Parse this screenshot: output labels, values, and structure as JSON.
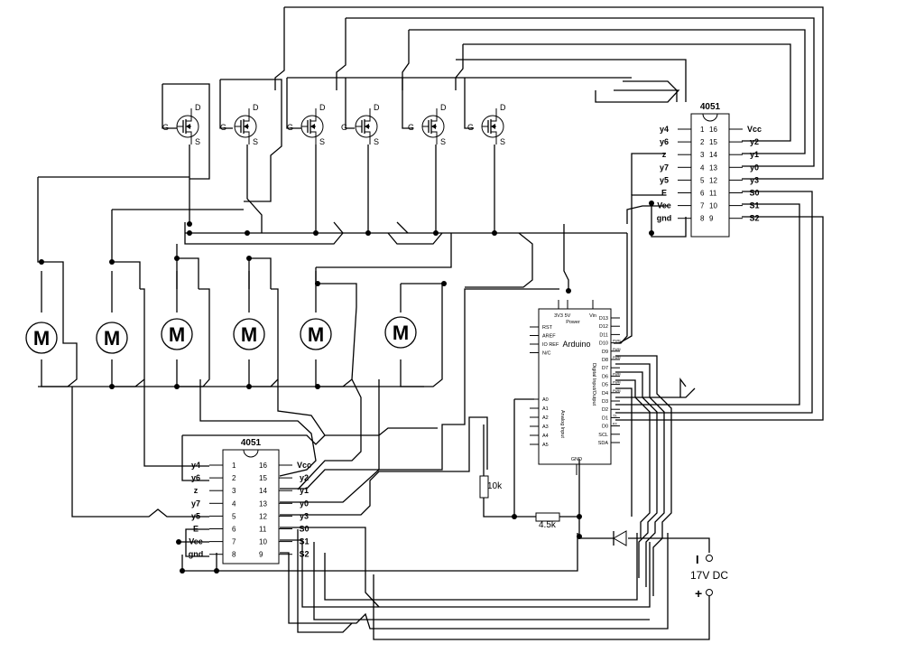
{
  "motor_label": "M",
  "mosfet": {
    "gate": "G",
    "drain": "D",
    "source": "S"
  },
  "mux_top": {
    "title": "4051",
    "left": [
      {
        "name": "y4",
        "num": "1"
      },
      {
        "name": "y6",
        "num": "2"
      },
      {
        "name": "z",
        "num": "3"
      },
      {
        "name": "y7",
        "num": "4"
      },
      {
        "name": "y5",
        "num": "5"
      },
      {
        "name": "E",
        "num": "6"
      },
      {
        "name": "Vee",
        "num": "7"
      },
      {
        "name": "gnd",
        "num": "8"
      }
    ],
    "right": [
      {
        "name": "Vcc",
        "num": "16"
      },
      {
        "name": "y2",
        "num": "15"
      },
      {
        "name": "y1",
        "num": "14"
      },
      {
        "name": "y0",
        "num": "13"
      },
      {
        "name": "y3",
        "num": "12"
      },
      {
        "name": "S0",
        "num": "11"
      },
      {
        "name": "S1",
        "num": "10"
      },
      {
        "name": "S2",
        "num": "9"
      }
    ]
  },
  "mux_bottom": {
    "title": "4051",
    "left": [
      {
        "name": "y4",
        "num": "1"
      },
      {
        "name": "y6",
        "num": "2"
      },
      {
        "name": "z",
        "num": "3"
      },
      {
        "name": "y7",
        "num": "4"
      },
      {
        "name": "y5",
        "num": "5"
      },
      {
        "name": "E",
        "num": "6"
      },
      {
        "name": "Vee",
        "num": "7"
      },
      {
        "name": "gnd",
        "num": "8"
      }
    ],
    "right": [
      {
        "name": "Vcc",
        "num": "16"
      },
      {
        "name": "y2",
        "num": "15"
      },
      {
        "name": "y1",
        "num": "14"
      },
      {
        "name": "y0",
        "num": "13"
      },
      {
        "name": "y3",
        "num": "12"
      },
      {
        "name": "S0",
        "num": "11"
      },
      {
        "name": "S1",
        "num": "10"
      },
      {
        "name": "S2",
        "num": "9"
      }
    ]
  },
  "arduino": {
    "name": "Arduino",
    "top_pins": [
      "3V3",
      "5V",
      "Power",
      "Vin"
    ],
    "left_pins": [
      "RST",
      "AREF",
      "IO REF",
      "N/C"
    ],
    "analog_pins": [
      "A0",
      "A1",
      "A2",
      "A3",
      "A4",
      "A5"
    ],
    "analog_label": "Analog Input",
    "digital_label": "Digital Input/Output",
    "right_pins": [
      "D13",
      "D12",
      "D11",
      "D10",
      "D9",
      "D8",
      "D7",
      "D6",
      "D5",
      "D4",
      "D3",
      "D2",
      "D1",
      "D0",
      "SCL",
      "SDA"
    ],
    "pwm_marks": [
      "PWM",
      "PWM",
      "PWM",
      "PWM",
      "PWM",
      "PWM",
      "TX",
      "RX"
    ],
    "gnd": "GND"
  },
  "resistors": {
    "r1": "10k",
    "r2": "4.5k"
  },
  "power": {
    "minus": "I",
    "label": "17V DC",
    "plus": "+"
  }
}
